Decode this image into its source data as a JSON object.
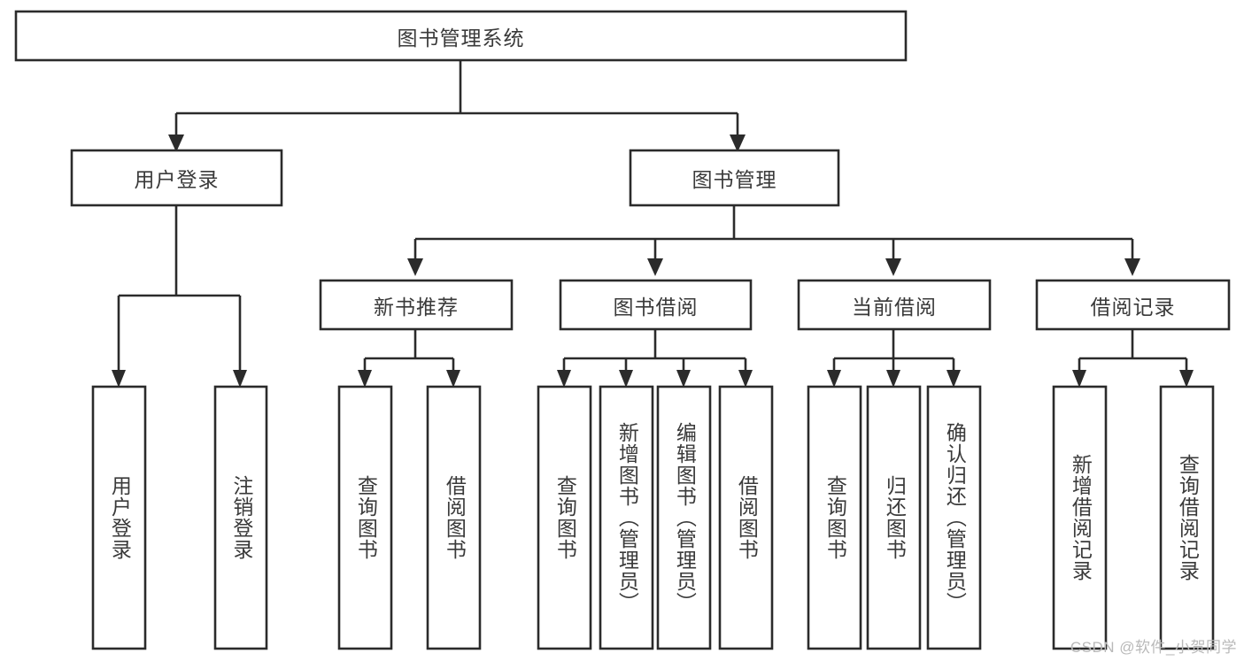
{
  "diagram": {
    "title": "图书管理系统",
    "watermark": "CSDN @软件_小贺同学",
    "root": {
      "label": "图书管理系统"
    },
    "level2": [
      {
        "label": "用户登录"
      },
      {
        "label": "图书管理"
      }
    ],
    "level3": [
      {
        "label": "新书推荐"
      },
      {
        "label": "图书借阅"
      },
      {
        "label": "当前借阅"
      },
      {
        "label": "借阅记录"
      }
    ],
    "leaves": {
      "user_login": [
        {
          "label": "用户登录"
        },
        {
          "label": "注销登录"
        }
      ],
      "new_book": [
        {
          "label": "查询图书"
        },
        {
          "label": "借阅图书"
        }
      ],
      "borrow": [
        {
          "label": "查询图书"
        },
        {
          "label": "新增图书（管理员）"
        },
        {
          "label": "编辑图书（管理员）"
        },
        {
          "label": "借阅图书"
        }
      ],
      "current": [
        {
          "label": "查询图书"
        },
        {
          "label": "归还图书"
        },
        {
          "label": "确认归还（管理员）"
        }
      ],
      "records": [
        {
          "label": "新增借阅记录"
        },
        {
          "label": "查询借阅记录"
        }
      ]
    },
    "colors": {
      "stroke": "#2b2b2b",
      "text": "#3a3a3a",
      "background": "#ffffff",
      "watermark": "#b9b9b9"
    }
  }
}
